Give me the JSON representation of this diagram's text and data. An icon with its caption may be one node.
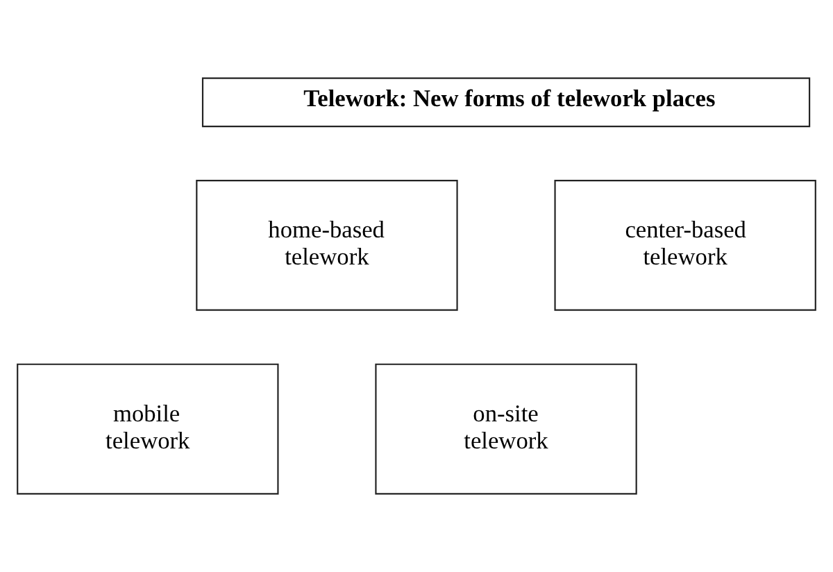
{
  "diagram": {
    "nodes": [
      {
        "text": [
          "Telework: New forms of telework places"
        ]
      },
      {
        "text": [
          "home-based telework"
        ]
      },
      {
        "text": [
          "center-based telework"
        ]
      },
      {
        "text": [
          "mobile telework"
        ]
      },
      {
        "text": [
          "on-site telework"
        ]
      }
    ]
  }
}
